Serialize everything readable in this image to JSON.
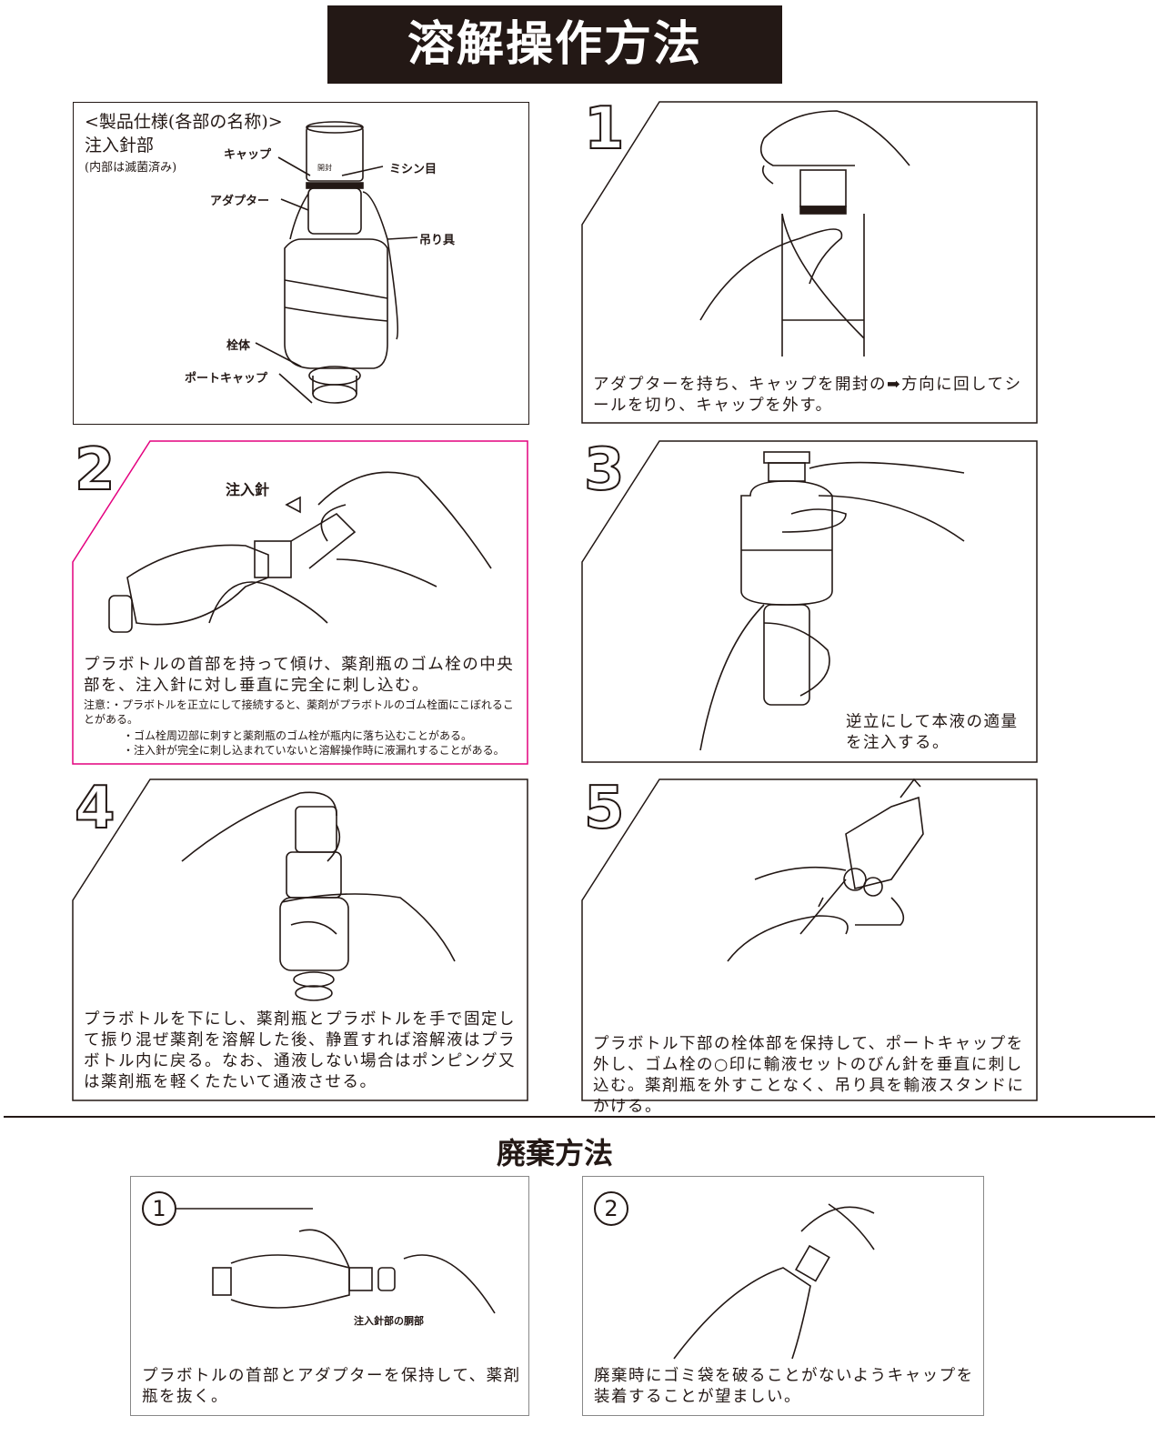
{
  "title": "溶解操作方法",
  "spec": {
    "heading": "<製品仕様(各部の名称)>",
    "part": "注入針部",
    "sterile": "(内部は滅菌済み)",
    "labels": {
      "cap": "キャップ",
      "perforation": "ミシン目",
      "adapter": "アダプター",
      "hanger": "吊り具",
      "plug": "栓体",
      "port_cap": "ポートキャップ",
      "open": "開封"
    }
  },
  "steps": [
    {
      "number": "1",
      "text": "アダプターを持ち、キャップを開封の➡方向に回してシールを切り、キャップを外す。"
    },
    {
      "number": "2",
      "label": "注入針",
      "text": "プラボトルの首部を持って傾け、薬剤瓶のゴム栓の中央部を、注入針に対し垂直に完全に刺し込む。",
      "notes": [
        "注意：・プラボトルを正立にして接続すると、薬剤がプラボトルのゴム栓面にこぼれることがある。",
        "・ゴム栓周辺部に刺すと薬剤瓶のゴム栓が瓶内に落ち込むことがある。",
        "・注入針が完全に刺し込まれていないと溶解操作時に液漏れすることがある。"
      ]
    },
    {
      "number": "3",
      "text": "逆立にして本液の適量を注入する。"
    },
    {
      "number": "4",
      "text": "プラボトルを下にし、薬剤瓶とプラボトルを手で固定して振り混ぜ薬剤を溶解した後、静置すれば溶解液はプラボトル内に戻る。なお、通液しない場合はポンピング又は薬剤瓶を軽くたたいて通液させる。"
    },
    {
      "number": "5",
      "text": "プラボトル下部の栓体部を保持して、ポートキャップを外し、ゴム栓の○印に輸液セットのびん針を垂直に刺し込む。薬剤瓶を外すことなく、吊り具を輸液スタンドにかける。"
    }
  ],
  "disposal": {
    "title": "廃棄方法",
    "steps": [
      {
        "number": "1",
        "label": "注入針部の胴部",
        "text": "プラボトルの首部とアダプターを保持して、薬剤瓶を抜く。"
      },
      {
        "number": "2",
        "text": "廃棄時にゴミ袋を破ることがないようキャップを装着することが望ましい。"
      }
    ]
  },
  "colors": {
    "dark": "#231815",
    "highlight": "#e4007f"
  }
}
